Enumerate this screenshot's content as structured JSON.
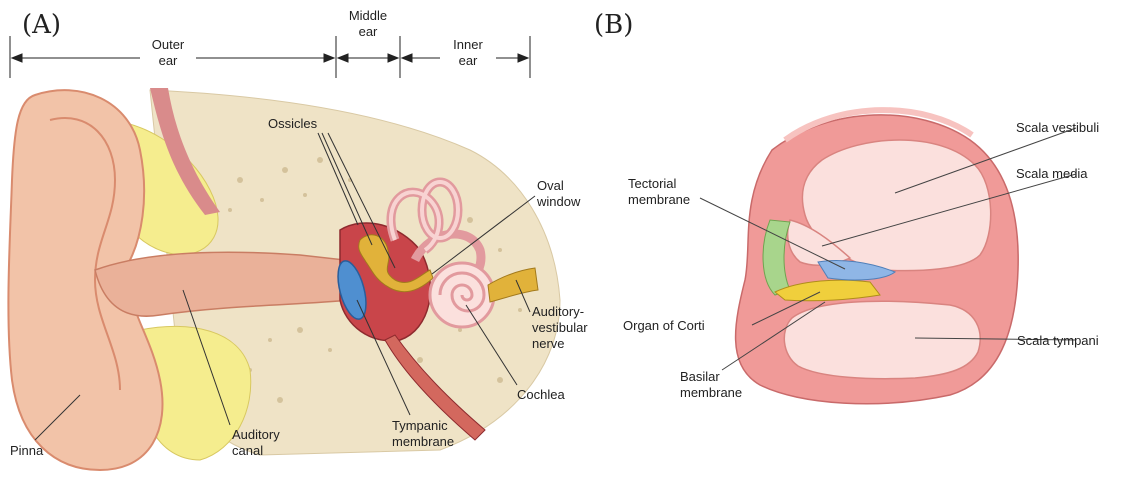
{
  "panel_a": {
    "letter": "(A)",
    "regions": {
      "outer": [
        "Outer",
        "ear"
      ],
      "middle": [
        "Middle",
        "ear"
      ],
      "inner": [
        "Inner",
        "ear"
      ]
    },
    "labels": {
      "ossicles": "Ossicles",
      "oval_window": [
        "Oval",
        "window"
      ],
      "auditory_vestibular_nerve": [
        "Auditory-",
        "vestibular",
        "nerve"
      ],
      "cochlea": "Cochlea",
      "tympanic_membrane": [
        "Tympanic",
        "membrane"
      ],
      "auditory_canal": [
        "Auditory",
        "canal"
      ],
      "pinna": "Pinna"
    }
  },
  "panel_b": {
    "letter": "(B)",
    "labels": {
      "scala_vestibuli": "Scala vestibuli",
      "scala_media": "Scala media",
      "tectorial_membrane": [
        "Tectorial",
        "membrane"
      ],
      "organ_of_corti": "Organ of Corti",
      "scala_tympani": "Scala tympani",
      "basilar_membrane": [
        "Basilar",
        "membrane"
      ]
    }
  },
  "colors": {
    "skin": "#f2c3a8",
    "skin_dark": "#d98b6e",
    "bone": "#efe3c6",
    "fat": "#f5ed8e",
    "middle_ear": "#c9454a",
    "tympanic": "#4f8fd0",
    "ossicle": "#e1b23a",
    "cochlea_wall": "#f09a98",
    "cochlea_inner": "#fbe0dd",
    "tectorial": "#8fb6e6",
    "stria": "#a8d58c",
    "corti": "#f0cf3c"
  }
}
